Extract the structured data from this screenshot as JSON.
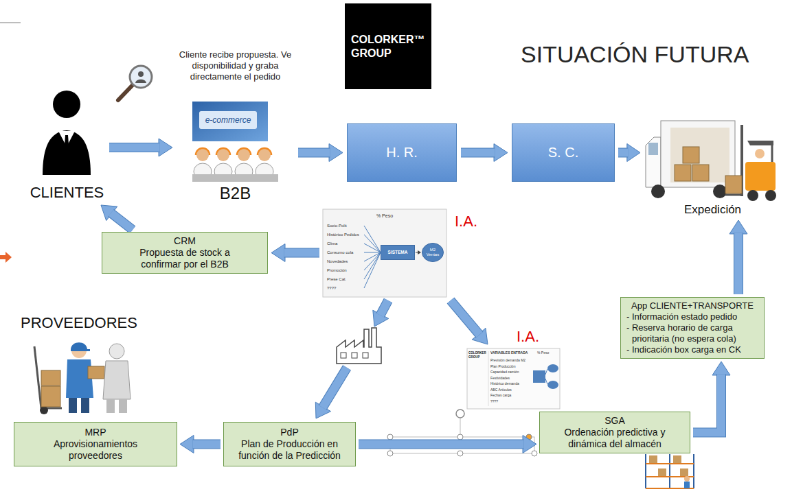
{
  "diagram": {
    "title": "SITUACIÓN FUTURA",
    "nodes": [
      {
        "text": [
          "COLORKER™ GROUP"
        ]
      },
      {
        "text": [
          "CLIENTES"
        ]
      },
      {
        "text": [
          "Cliente recibe propuesta. Ve disponibilidad y graba directamente el pedido",
          "B2B"
        ]
      },
      {
        "text": [
          "H. R."
        ]
      },
      {
        "text": [
          "S. C."
        ]
      },
      {
        "text": [
          "Expedición"
        ]
      },
      {
        "text": [
          "CRM",
          "Propuesta de stock a confirmar por el B2B"
        ]
      },
      {
        "text": [
          "% Peso"
        ]
      },
      {
        "text": [
          "SISTEMA"
        ],
        "in": 7
      },
      {
        "text": [
          "M2 Ventas"
        ],
        "in": 7
      },
      {
        "text": [
          "VARIABLES ENTRADA"
        ]
      },
      {
        "text": [
          "App CLIENTE+TRANSPORTE",
          "- Información estado pedido",
          "- Reserva horario de carga prioritaria (no espera cola)",
          "- Indicación box carga en CK"
        ]
      },
      {
        "text": [
          "SGA",
          "Ordenación predictiva y dinámica del almacén"
        ]
      },
      {
        "text": [
          "PdP",
          "Plan de Producción en función de la Predicción"
        ]
      },
      {
        "text": [
          "MRP",
          "Aprovisionamientos proveedores"
        ]
      }
    ],
    "edges": [
      {
        "from": 1,
        "to": 2,
        "arrow": "to"
      },
      {
        "from": 2,
        "to": 3,
        "arrow": "to"
      },
      {
        "from": 3,
        "to": 4,
        "arrow": "to"
      },
      {
        "from": 4,
        "to": 5,
        "arrow": "to"
      },
      {
        "from": 7,
        "to": 6,
        "arrow": "to"
      },
      {
        "from": 6,
        "to": 1,
        "arrow": "to"
      },
      {
        "from": 7,
        "to": 13,
        "arrow": "to"
      },
      {
        "from": 7,
        "to": 10,
        "arrow": "to"
      },
      {
        "from": 13,
        "to": 14,
        "arrow": "to"
      },
      {
        "from": 13,
        "to": 12,
        "arrow": "to"
      },
      {
        "from": 12,
        "to": 11,
        "arrow": "to"
      },
      {
        "from": 11,
        "to": 5,
        "arrow": "to"
      },
      {
        "from": 8,
        "to": 9,
        "arrow": "to"
      }
    ],
    "labels": [
      "e-commerce",
      "I.A.",
      "I.A.",
      "PROVEEDORES",
      "Socio-Polit",
      "Histórico Pedidos",
      "Clima",
      "Consumo cola",
      "Novedades",
      "Promoción",
      "Prese Cal.",
      "????",
      "COLORKER GROUP",
      "% Peso",
      "Previsión demanda M2",
      "Plan Producción",
      "Capacidad camión",
      "Festividades",
      "Histórico demanda",
      "ABC Artículos",
      "Fechas carga",
      "????"
    ]
  }
}
